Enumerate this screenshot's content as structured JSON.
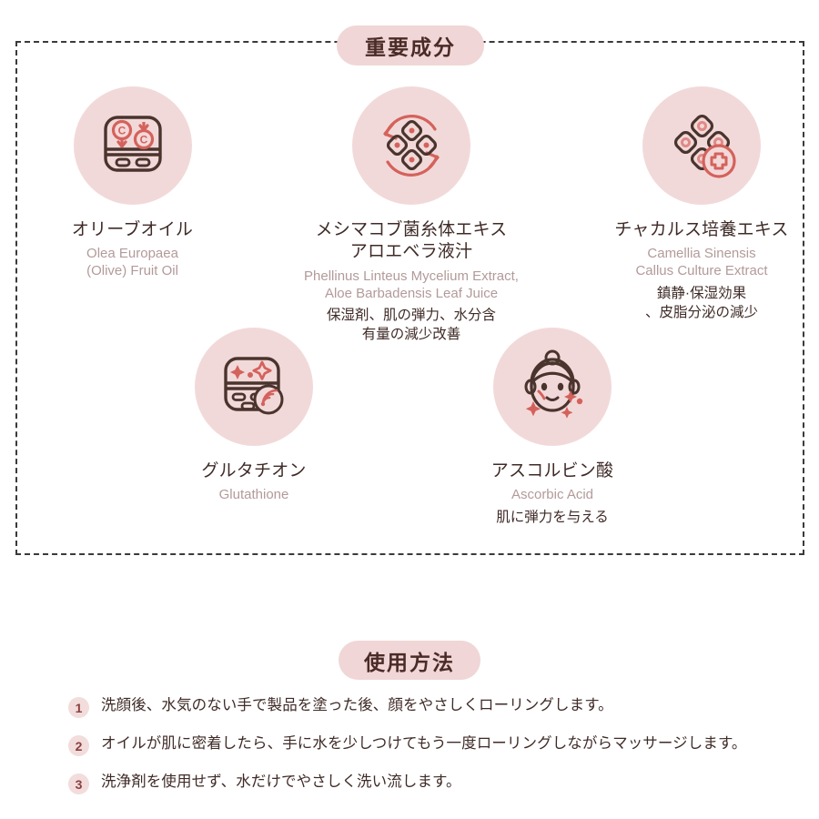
{
  "sections": {
    "ingredients": {
      "badge_label": "重要成分",
      "items": [
        {
          "id": "olive",
          "icon": "oil-dispenser-icon",
          "name_ja": "オリーブオイル",
          "name_en": "Olea Europaea\n(Olive) Fruit Oil",
          "effect_ja": ""
        },
        {
          "id": "phellinus",
          "icon": "cell-renewal-cycle-icon",
          "name_ja": "メシマコブ菌糸体エキス\nアロエベラ液汁",
          "name_en": "Phellinus Linteus Mycelium Extract,\nAloe Barbadensis Leaf Juice",
          "effect_ja": "保湿剤、肌の弾力、水分含\n有量の減少改善"
        },
        {
          "id": "camellia",
          "icon": "cell-care-plus-icon",
          "name_ja": "チャカルス培養エキス",
          "name_en": "Camellia Sinensis\nCallus Culture Extract",
          "effect_ja": "鎮静·保湿効果\n、皮脂分泌の減少"
        },
        {
          "id": "glutathione",
          "icon": "brightening-device-icon",
          "name_ja": "グルタチオン",
          "name_en": "Glutathione",
          "effect_ja": ""
        },
        {
          "id": "ascorbic",
          "icon": "glowing-face-icon",
          "name_ja": "アスコルビン酸",
          "name_en": "Ascorbic Acid",
          "effect_ja": "肌に弾力を与える"
        }
      ]
    },
    "usage": {
      "badge_label": "使用方法",
      "steps": [
        {
          "number": "1",
          "text": "洗顔後、水気のない手で製品を塗った後、顔をやさしくローリングします。"
        },
        {
          "number": "2",
          "text": "オイルが肌に密着したら、手に水を少しつけてもう一度ローリングしながらマッサージします。"
        },
        {
          "number": "3",
          "text": "洗浄剤を使用せず、水だけでやさしく洗い流します。"
        }
      ]
    }
  },
  "colors": {
    "badge_bg": "#f0d6d6",
    "badge_text": "#4a2b27",
    "icon_circle_bg": "#f2d9d9",
    "icon_dark": "#4a342e",
    "icon_accent": "#d4625c",
    "text_primary": "#3f2b27",
    "text_secondary": "#b39a9a",
    "border_dashed": "#3a3a3a"
  }
}
